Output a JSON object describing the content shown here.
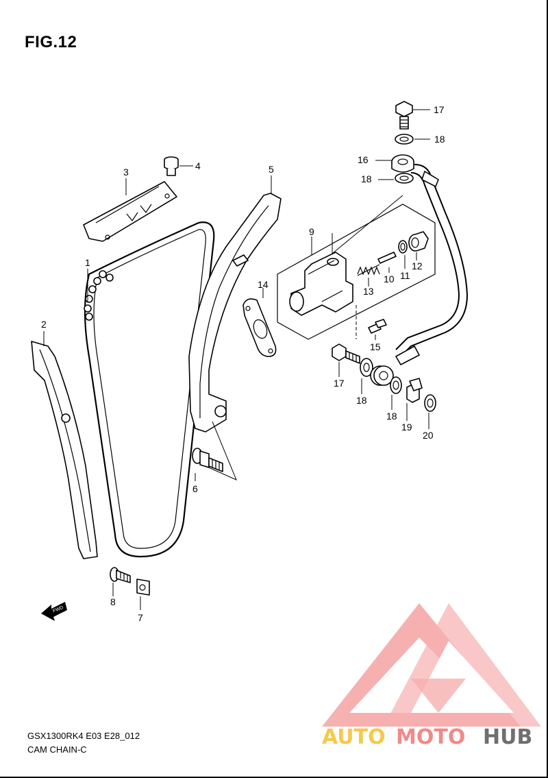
{
  "figure": {
    "title": "FIG.12",
    "model_code": "GSX1300RK4 E03 E28_012",
    "section_name": "CAM CHAIN-C"
  },
  "callouts": {
    "c1": "1",
    "c2": "2",
    "c3": "3",
    "c4": "4",
    "c5": "5",
    "c6": "6",
    "c7": "7",
    "c8": "8",
    "c9": "9",
    "c10": "10",
    "c11": "11",
    "c12": "12",
    "c13": "13",
    "c14": "14",
    "c15": "15",
    "c16": "16",
    "c17a": "17",
    "c17b": "17",
    "c18a": "18",
    "c18b": "18",
    "c18c": "18",
    "c18d": "18",
    "c19": "19",
    "c20": "20"
  },
  "fwd_arrow": {
    "label": "FWD",
    "icon": "fwd-arrow-icon"
  },
  "watermark": {
    "logo_icon": "automotohub-triangle-logo",
    "word_auto": "AUTO",
    "word_moto": "MOTO",
    "word_hub": "HUB",
    "colors": {
      "auto": "#f6c94a",
      "moto": "#f08a8a",
      "hub": "#6f6f6f",
      "triangle": "#f5a3a3"
    }
  }
}
